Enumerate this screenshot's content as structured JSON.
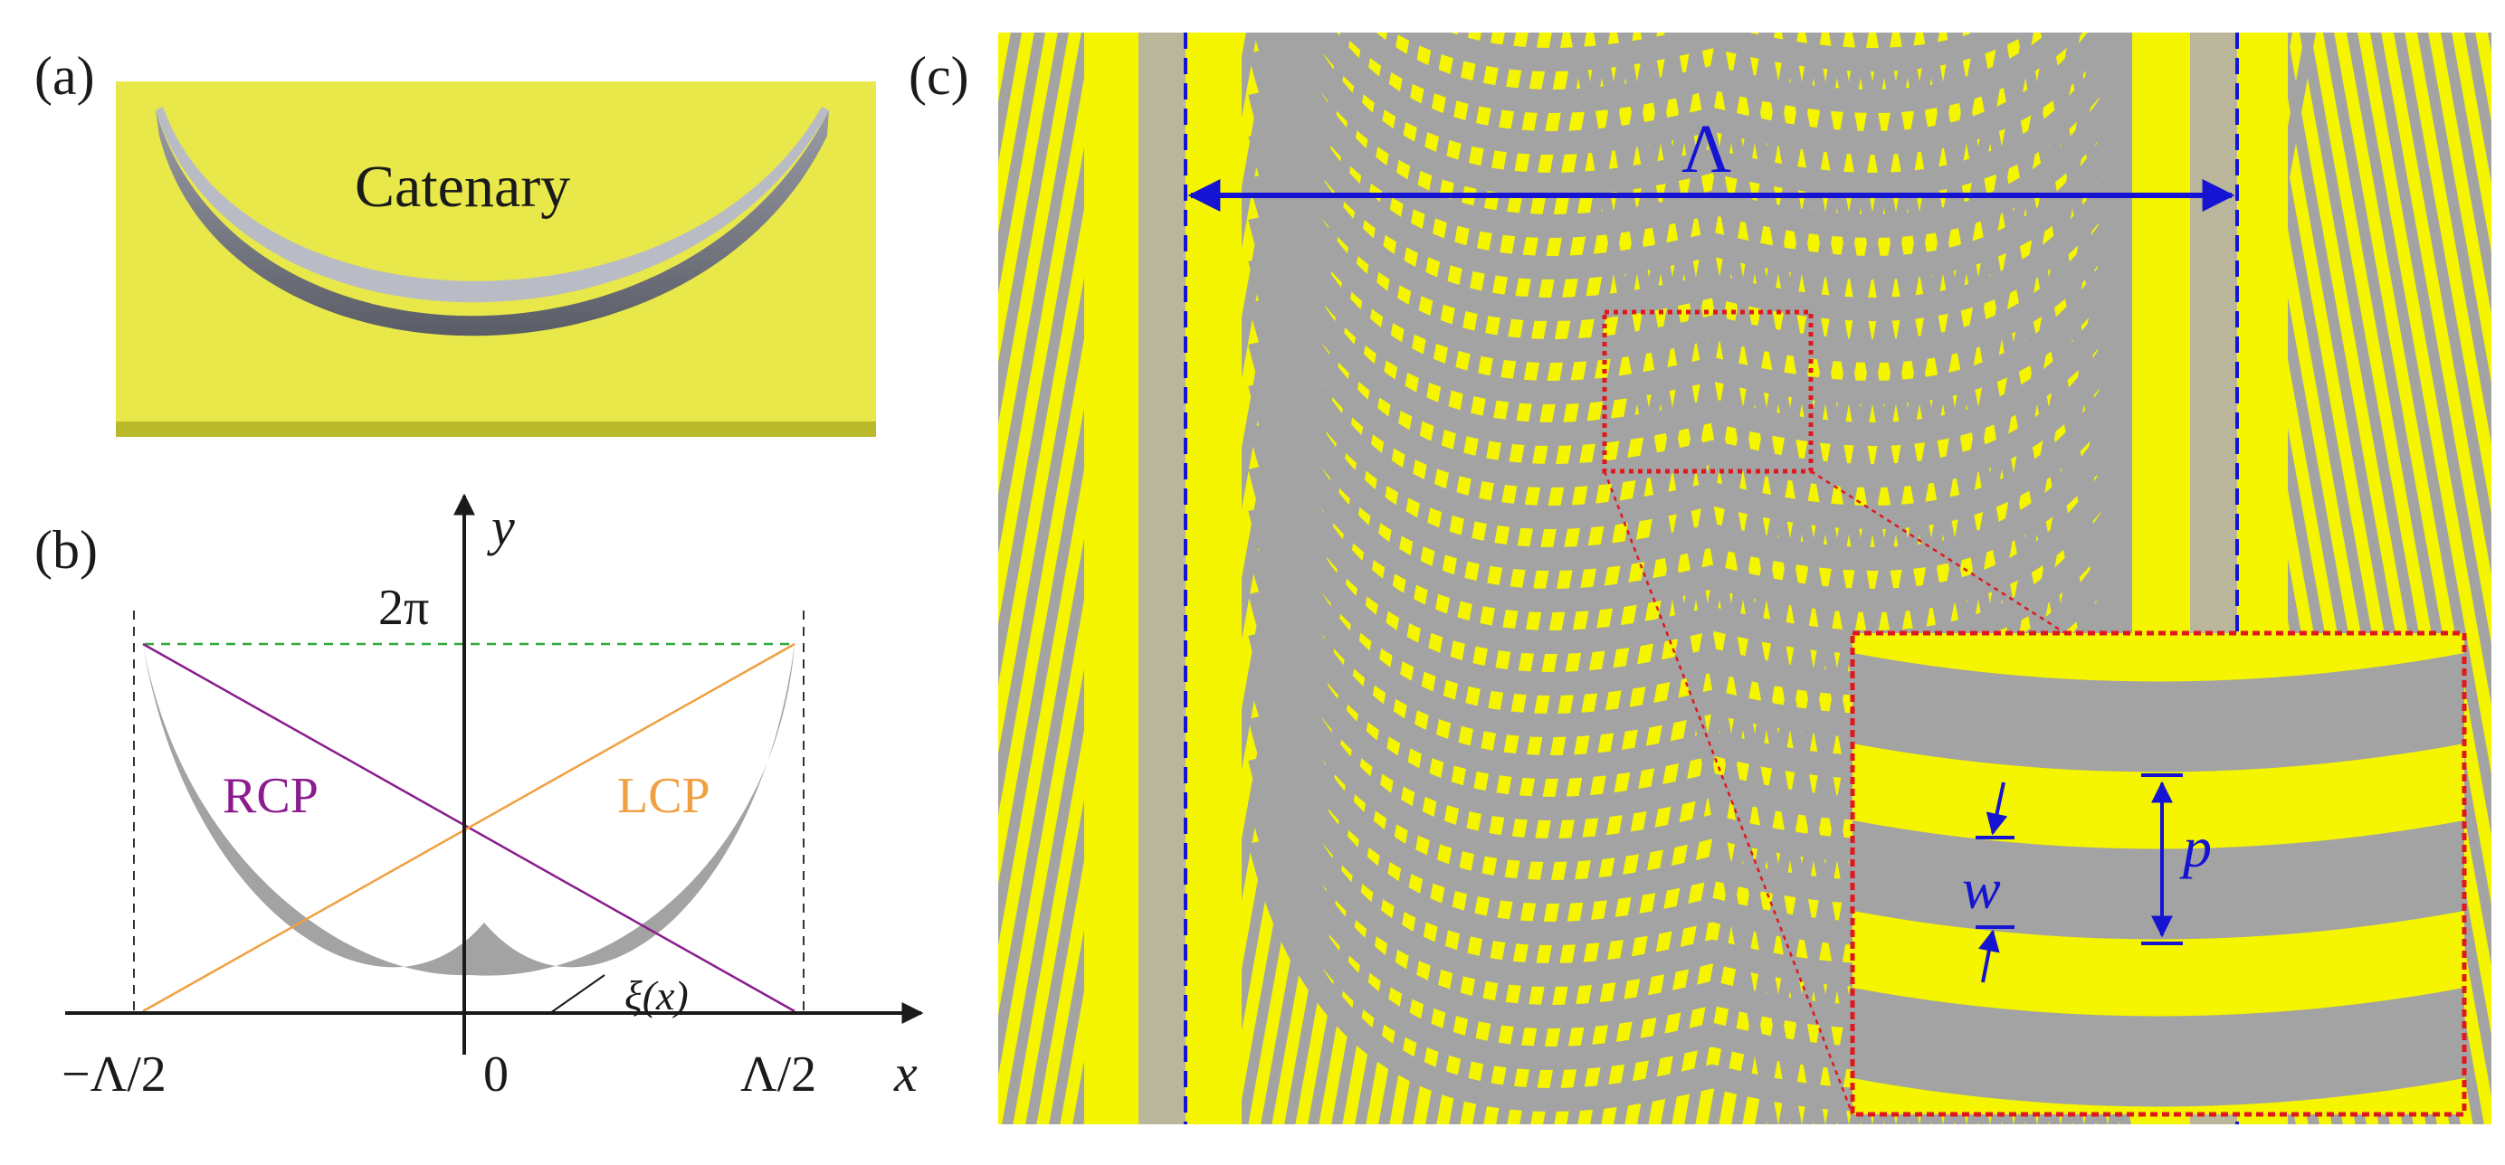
{
  "panels": {
    "a": {
      "label": "(a)",
      "text": "Catenary"
    },
    "b": {
      "label": "(b)",
      "axis_y": "y",
      "axis_x": "x",
      "tick_2pi": "2π",
      "tick_left": "−Λ/2",
      "tick_zero": "0",
      "tick_right": "Λ/2",
      "rcp": "RCP",
      "lcp": "LCP",
      "xi": "ξ(x)"
    },
    "c": {
      "label": "(c)",
      "period": "Λ",
      "w": "w",
      "p": "p"
    }
  },
  "colors": {
    "yellow": "#f5f500",
    "gray": "#a3a3a3",
    "pale_gray": "#b9b69c",
    "blue": "#1414d2",
    "red": "#e0181e",
    "green": "#2ea83a",
    "purple": "#8a1c8e",
    "orange": "#f0a040",
    "dark": "#1a1a1a"
  }
}
